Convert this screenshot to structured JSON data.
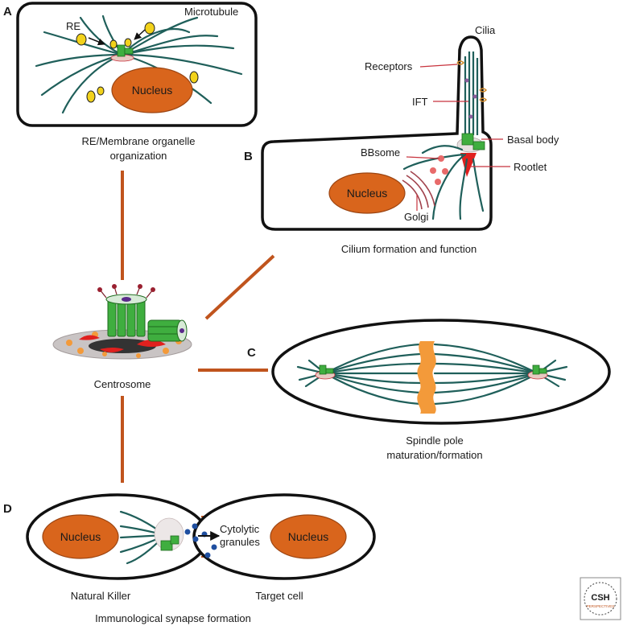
{
  "panels": {
    "a": {
      "letter": "A",
      "microtubule_label": "Microtubule",
      "re_label": "RE",
      "nucleus_label": "Nucleus",
      "caption_line1": "RE/Membrane organelle",
      "caption_line2": "organization"
    },
    "b": {
      "letter": "B",
      "cilia_label": "Cilia",
      "receptors_label": "Receptors",
      "ift_label": "IFT",
      "basal_body_label": "Basal body",
      "bbsome_label": "BBsome",
      "rootlet_label": "Rootlet",
      "golgi_label": "Golgi",
      "nucleus_label": "Nucleus",
      "caption": "Cilium formation and function"
    },
    "c": {
      "letter": "C",
      "caption_line1": "Spindle pole",
      "caption_line2": "maturation/formation"
    },
    "d": {
      "letter": "D",
      "nucleus_left_label": "Nucleus",
      "nucleus_right_label": "Nucleus",
      "granules_line1": "Cytolytic",
      "granules_line2": "granules",
      "left_cell_caption": "Natural Killer",
      "right_cell_caption": "Target cell",
      "caption": "Immunological synapse formation"
    }
  },
  "center": {
    "label": "Centrosome"
  },
  "logo": {
    "text": "CSH",
    "subtext": "PERSPECTIVES"
  },
  "colors": {
    "nucleus": "#d9651c",
    "microtubule": "#1f5f5a",
    "connector": "#c0541d",
    "centriole": "#3fae3f",
    "vesicle": "#f2d21b",
    "chromosomes": "#f39a3a",
    "granules": "#1f4fa0"
  }
}
